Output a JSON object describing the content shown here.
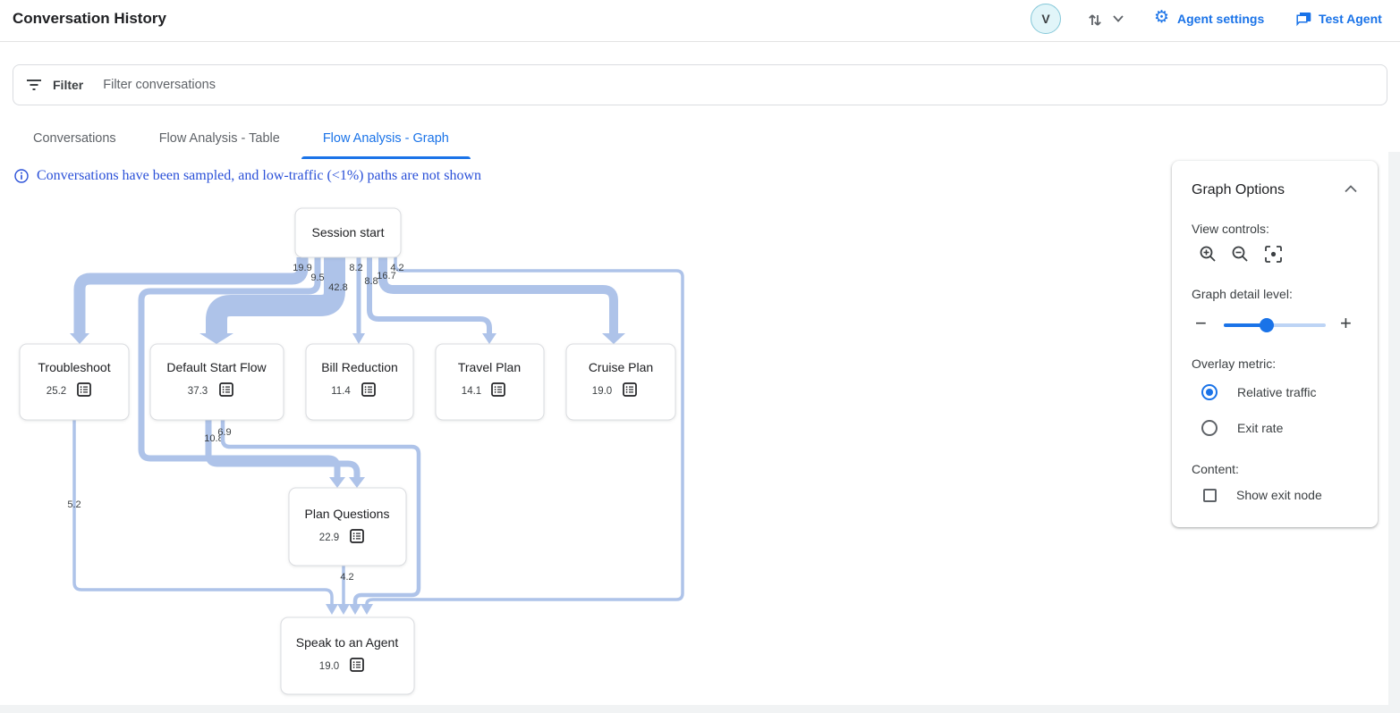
{
  "header": {
    "title": "Conversation History",
    "avatar_initial": "V",
    "agent_settings_label": "Agent settings",
    "test_agent_label": "Test Agent"
  },
  "filter_bar": {
    "label": "Filter",
    "placeholder": "Filter conversations"
  },
  "tabs": [
    {
      "label": "Conversations",
      "active": false
    },
    {
      "label": "Flow Analysis - Table",
      "active": false
    },
    {
      "label": "Flow Analysis - Graph",
      "active": true
    }
  ],
  "notice": {
    "text": "Conversations have been sampled, and low-traffic (<1%) paths are not shown"
  },
  "flow_graph": {
    "type": "flow-sankey",
    "nodes": [
      {
        "id": "session-start",
        "label": "Session start",
        "value": ""
      },
      {
        "id": "troubleshoot",
        "label": "Troubleshoot",
        "value": "25.2"
      },
      {
        "id": "default-start-flow",
        "label": "Default Start Flow",
        "value": "37.3"
      },
      {
        "id": "bill-reduction",
        "label": "Bill Reduction",
        "value": "11.4"
      },
      {
        "id": "travel-plan",
        "label": "Travel Plan",
        "value": "14.1"
      },
      {
        "id": "cruise-plan",
        "label": "Cruise Plan",
        "value": "19.0"
      },
      {
        "id": "plan-questions",
        "label": "Plan Questions",
        "value": "22.9"
      },
      {
        "id": "speak-to-an-agent",
        "label": "Speak to an Agent",
        "value": "19.0"
      }
    ],
    "edges": [
      {
        "from": "Session start",
        "to": "Troubleshoot",
        "value": "19.9"
      },
      {
        "from": "Session start",
        "to": "Plan Questions",
        "value": "9.5"
      },
      {
        "from": "Session start",
        "to": "Default Start Flow",
        "value": "42.8"
      },
      {
        "from": "Session start",
        "to": "Bill Reduction",
        "value": "8.2"
      },
      {
        "from": "Session start",
        "to": "Travel Plan",
        "value": "8.8"
      },
      {
        "from": "Session start",
        "to": "Cruise Plan",
        "value": "16.7"
      },
      {
        "from": "Session start",
        "to": "Speak to an Agent",
        "value": "4.2"
      },
      {
        "from": "Troubleshoot",
        "to": "Speak to an Agent",
        "value": "5.2"
      },
      {
        "from": "Plan Questions",
        "to": "Speak to an Agent",
        "value": "4.2"
      },
      {
        "from": "Default Start Flow",
        "to": "Speak to an Agent",
        "value": "6.9"
      },
      {
        "from": "Default Start Flow",
        "to": "Plan Questions",
        "value": "10.8"
      }
    ]
  },
  "graph_options": {
    "title": "Graph Options",
    "view_controls_label": "View controls:",
    "view_control_icons": [
      "zoom-in",
      "zoom-out",
      "center-focus"
    ],
    "detail_level_label": "Graph detail level:",
    "detail_level_fraction": 0.4,
    "overlay_metric_label": "Overlay metric:",
    "overlay_options": [
      {
        "label": "Relative traffic",
        "selected": true
      },
      {
        "label": "Exit rate",
        "selected": false
      }
    ],
    "content_label": "Content:",
    "show_exit_node_label": "Show exit node",
    "show_exit_node_checked": false
  },
  "colors": {
    "accent_blue": "#1a73e8",
    "flow_band": "#aec3e9",
    "notice_blue": "#2a50d8",
    "node_border": "#dadce0",
    "text_primary": "#202124",
    "text_secondary": "#5f6368"
  }
}
